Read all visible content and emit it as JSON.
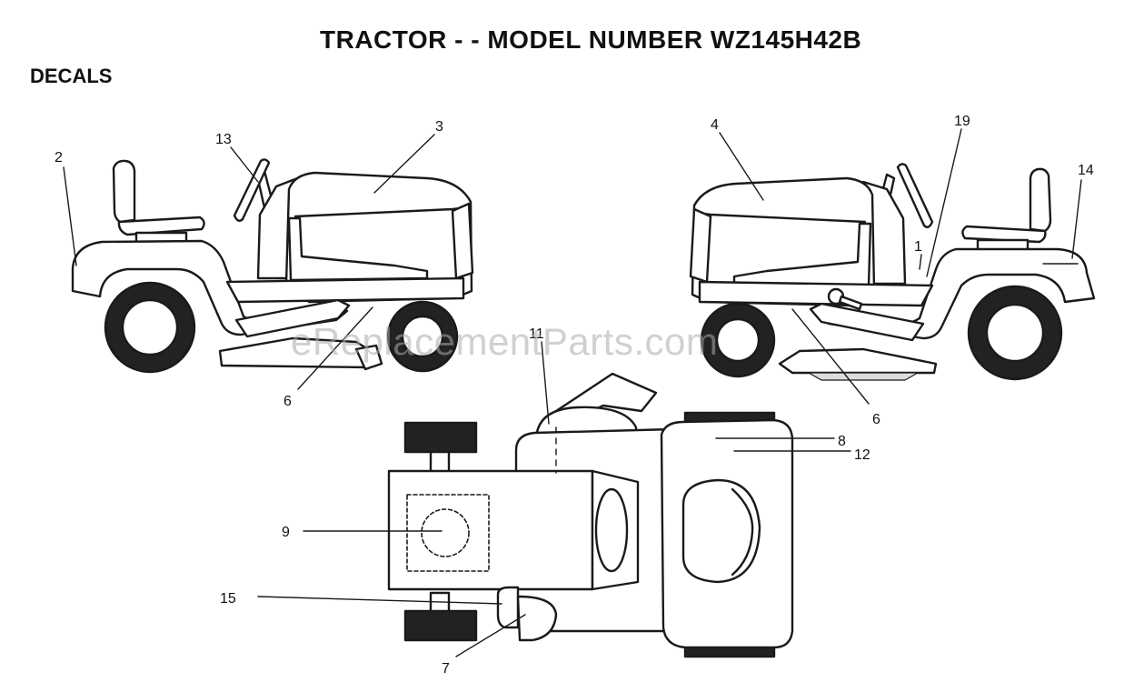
{
  "header": {
    "title": "TRACTOR - - MODEL NUMBER WZ145H42B",
    "section": "DECALS"
  },
  "watermark": "eReplacementParts.com",
  "callouts": {
    "c2": "2",
    "c13": "13",
    "c3": "3",
    "c6_left": "6",
    "c4": "4",
    "c19": "19",
    "c14": "14",
    "c1": "1",
    "c6_right": "6",
    "c11": "11",
    "c8": "8",
    "c12": "12",
    "c9": "9",
    "c15": "15",
    "c7": "7"
  },
  "colors": {
    "line": "#1a1a1a",
    "tire": "#222222",
    "background": "#ffffff"
  }
}
